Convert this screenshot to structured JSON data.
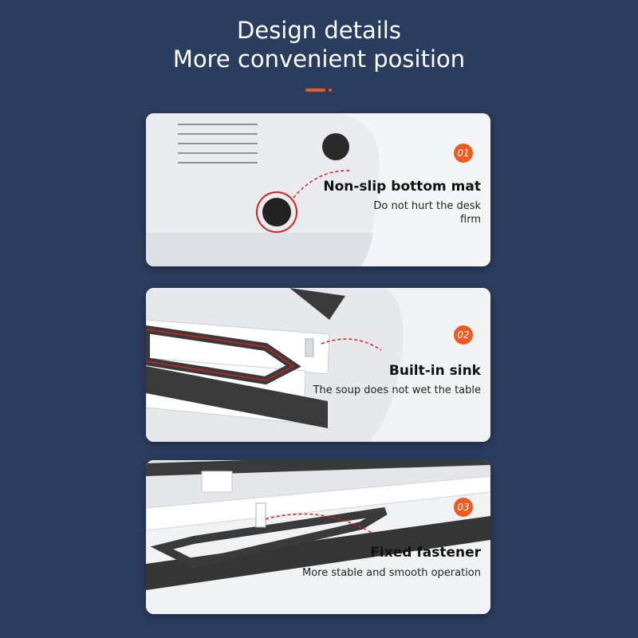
{
  "heading": {
    "line1": "Design details",
    "line2": "More convenient position"
  },
  "accent_color": "#f05a22",
  "features": [
    {
      "number": "01",
      "title": "Non-slip bottom mat",
      "subtitle_line1": "Do not hurt the desk",
      "subtitle_line2": "firm",
      "illustration": "non-slip-feet"
    },
    {
      "number": "02",
      "title": "Built-in sink",
      "subtitle_line1": "The soup does not wet the table",
      "illustration": "sink-tray"
    },
    {
      "number": "03",
      "title": "Fixed fastener",
      "subtitle_line1": "More stable and smooth operation",
      "illustration": "fastener"
    }
  ]
}
